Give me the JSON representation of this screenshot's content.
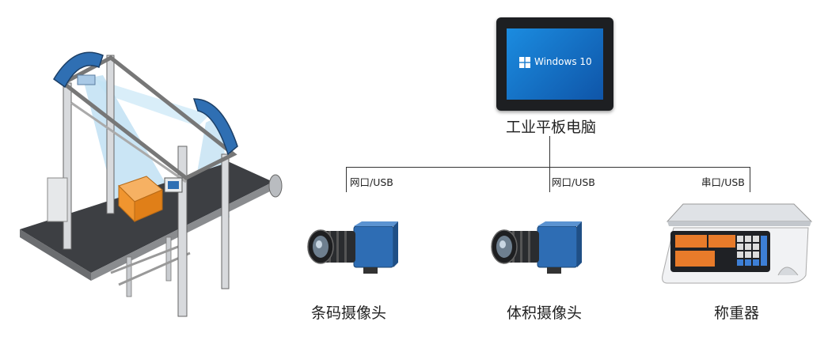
{
  "monitor": {
    "screen_text": "Windows 10",
    "caption": "工业平板电脑"
  },
  "connections": [
    {
      "label": "网口/USB"
    },
    {
      "label": "网口/USB"
    },
    {
      "label": "串口/USB"
    }
  ],
  "devices": [
    {
      "name": "条码摄像头",
      "icon": "industrial-camera"
    },
    {
      "name": "体积摄像头",
      "icon": "industrial-camera"
    },
    {
      "name": "称重器",
      "icon": "weighing-scale"
    }
  ],
  "colors": {
    "screen_blue": "#1a73c7",
    "frame_blue": "#2f6fb3",
    "box_orange": "#f0952f",
    "belt_dark": "#3d3f43",
    "camera_blue": "#2e6db4"
  }
}
